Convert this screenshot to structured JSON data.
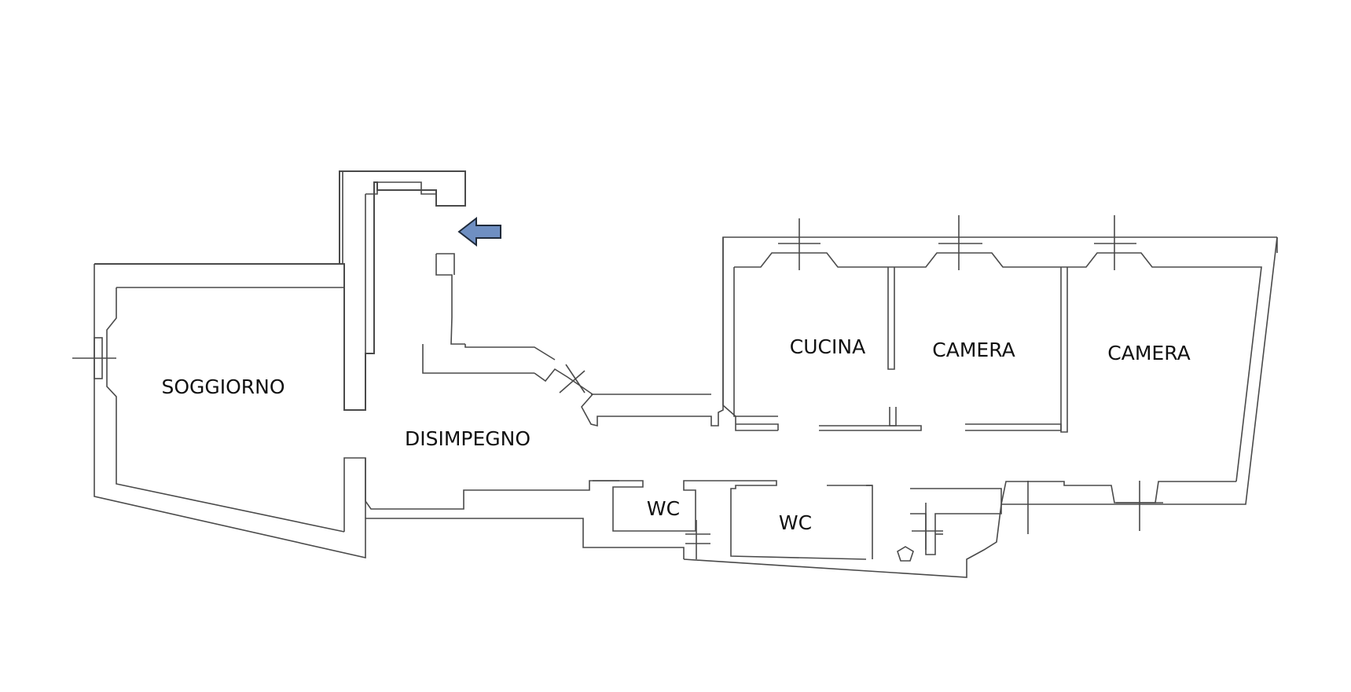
{
  "rooms": {
    "soggiorno": "SOGGIORNO",
    "disimpegno": "DISIMPEGNO",
    "cucina": "CUCINA",
    "camera_1": "CAMERA",
    "camera_2": "CAMERA",
    "wc_1": "WC",
    "wc_2": "WC"
  },
  "colors": {
    "entrance_arrow": "#6f8fc2",
    "walls": "#4a4a4a"
  },
  "icons": {
    "entrance": "entrance-arrow-icon"
  }
}
